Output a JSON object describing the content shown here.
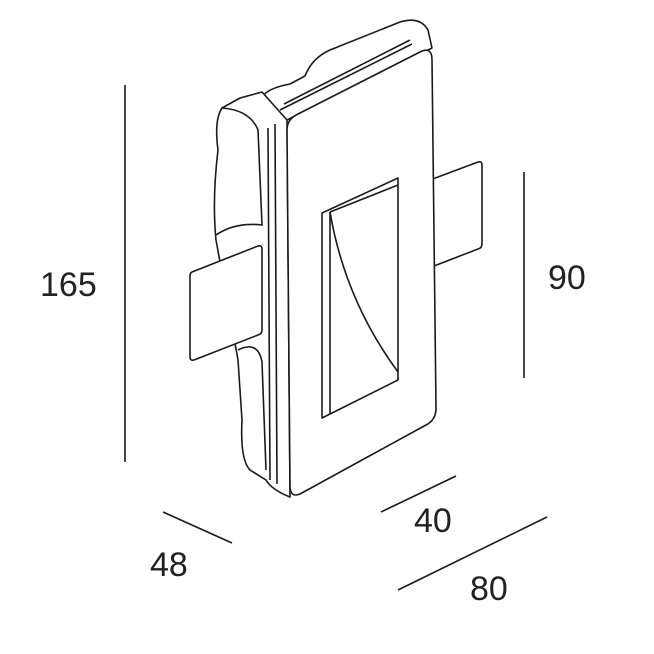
{
  "dimensions": {
    "height_total": "165",
    "height_window": "90",
    "depth": "48",
    "width_inner": "40",
    "width_total": "80"
  },
  "colors": {
    "line": "#1a1a1a",
    "background": "#ffffff"
  }
}
